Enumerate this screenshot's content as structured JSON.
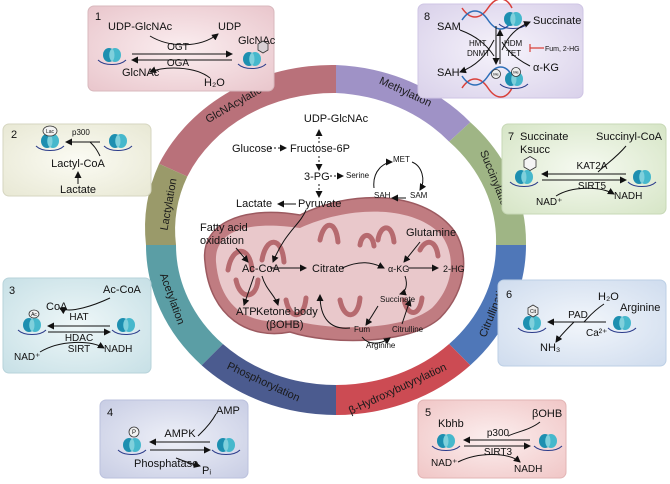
{
  "colors": {
    "glcnac": "#b9717a",
    "methylation": "#9f92c6",
    "succinylation": "#9fb585",
    "citrullination": "#4f77b8",
    "bhb": "#cc4b53",
    "phosphorylation": "#4b5b8f",
    "acetylation": "#5b9ea5",
    "lactylation": "#9a9a6a",
    "mito": "#b66a6f"
  },
  "ring": {
    "glcnac": "GlcNAcylation",
    "methylation": "Methylation",
    "succinylation": "Succinylation",
    "citrullination": "Citrullination",
    "bhb": "β-Hydroxybutyrylation",
    "phosphorylation": "Phosphorylation",
    "acetylation": "Acetylation",
    "lactylation": "Lactylation"
  },
  "center": {
    "udp_glcnac": "UDP-GlcNAc",
    "glucose": "Glucose",
    "fructose": "Fructose-6P",
    "pg3": "3-PG",
    "serine": "Serine",
    "met": "MET",
    "sah": "SAH",
    "sam": "SAM",
    "lactate": "Lactate",
    "pyruvate": "Pyruvate",
    "fatty1": "Fatty acid",
    "fatty2": "oxidation",
    "acoa": "Ac-CoA",
    "citrate": "Citrate",
    "glutamine": "Glutamine",
    "akg": "α-KG",
    "hg2": "2-HG",
    "atp": "ATP",
    "ketone1": "Ketone body",
    "ketone2": "(βOHB)",
    "succinate": "Succinate",
    "fum": "Fum",
    "citrulline": "Citrulline",
    "arginine": "Arginine"
  },
  "panel1": {
    "num": "1",
    "udp_glcnac": "UDP-GlcNAc",
    "udp": "UDP",
    "ogt": "OGT",
    "oga": "OGA",
    "glcnac_right": "GlcNAc",
    "glcnac_left": "GlcNAc",
    "h2o": "H₂O"
  },
  "panel2": {
    "num": "2",
    "tag": "Lac",
    "p300": "p300",
    "lactyl": "Lactyl-CoA",
    "lactate": "Lactate"
  },
  "panel3": {
    "num": "3",
    "tag": "Ac",
    "coa": "CoA",
    "accoa": "Ac-CoA",
    "hat": "HAT",
    "hdac": "HDAC",
    "sirt": "SIRT",
    "nad": "NAD⁺",
    "nadh": "NADH"
  },
  "panel4": {
    "num": "4",
    "tag": "P",
    "amp": "AMP",
    "ampk": "AMPK",
    "phosphatase": "Phosphatase",
    "pi": "Pᵢ"
  },
  "panel5": {
    "num": "5",
    "kbhb": "Kbhb",
    "bohb": "βOHB",
    "p300": "p300",
    "sirt3": "SIRT3",
    "nad": "NAD⁺",
    "nadh": "NADH"
  },
  "panel6": {
    "num": "6",
    "tag": "Cit",
    "h2o": "H₂O",
    "pad": "PAD",
    "arginine": "Arginine",
    "ca": "Ca²⁺",
    "nh3": "NH₃"
  },
  "panel7": {
    "num": "7",
    "succinate": "Succinate",
    "succinylcoa": "Succinyl-CoA",
    "ksucc": "Ksucc",
    "kat2a": "KAT2A",
    "sirt5": "SIRT5",
    "nad": "NAD⁺",
    "nadh": "NADH"
  },
  "panel8": {
    "num": "8",
    "sam": "SAM",
    "succinate": "Succinate",
    "hmt": "HMT",
    "dnmt": "DNMT",
    "hdm": "HDM",
    "tet": "TET",
    "fum": "Fum, 2-HG",
    "sah": "SAH",
    "akg": "α-KG",
    "me": "Me"
  }
}
